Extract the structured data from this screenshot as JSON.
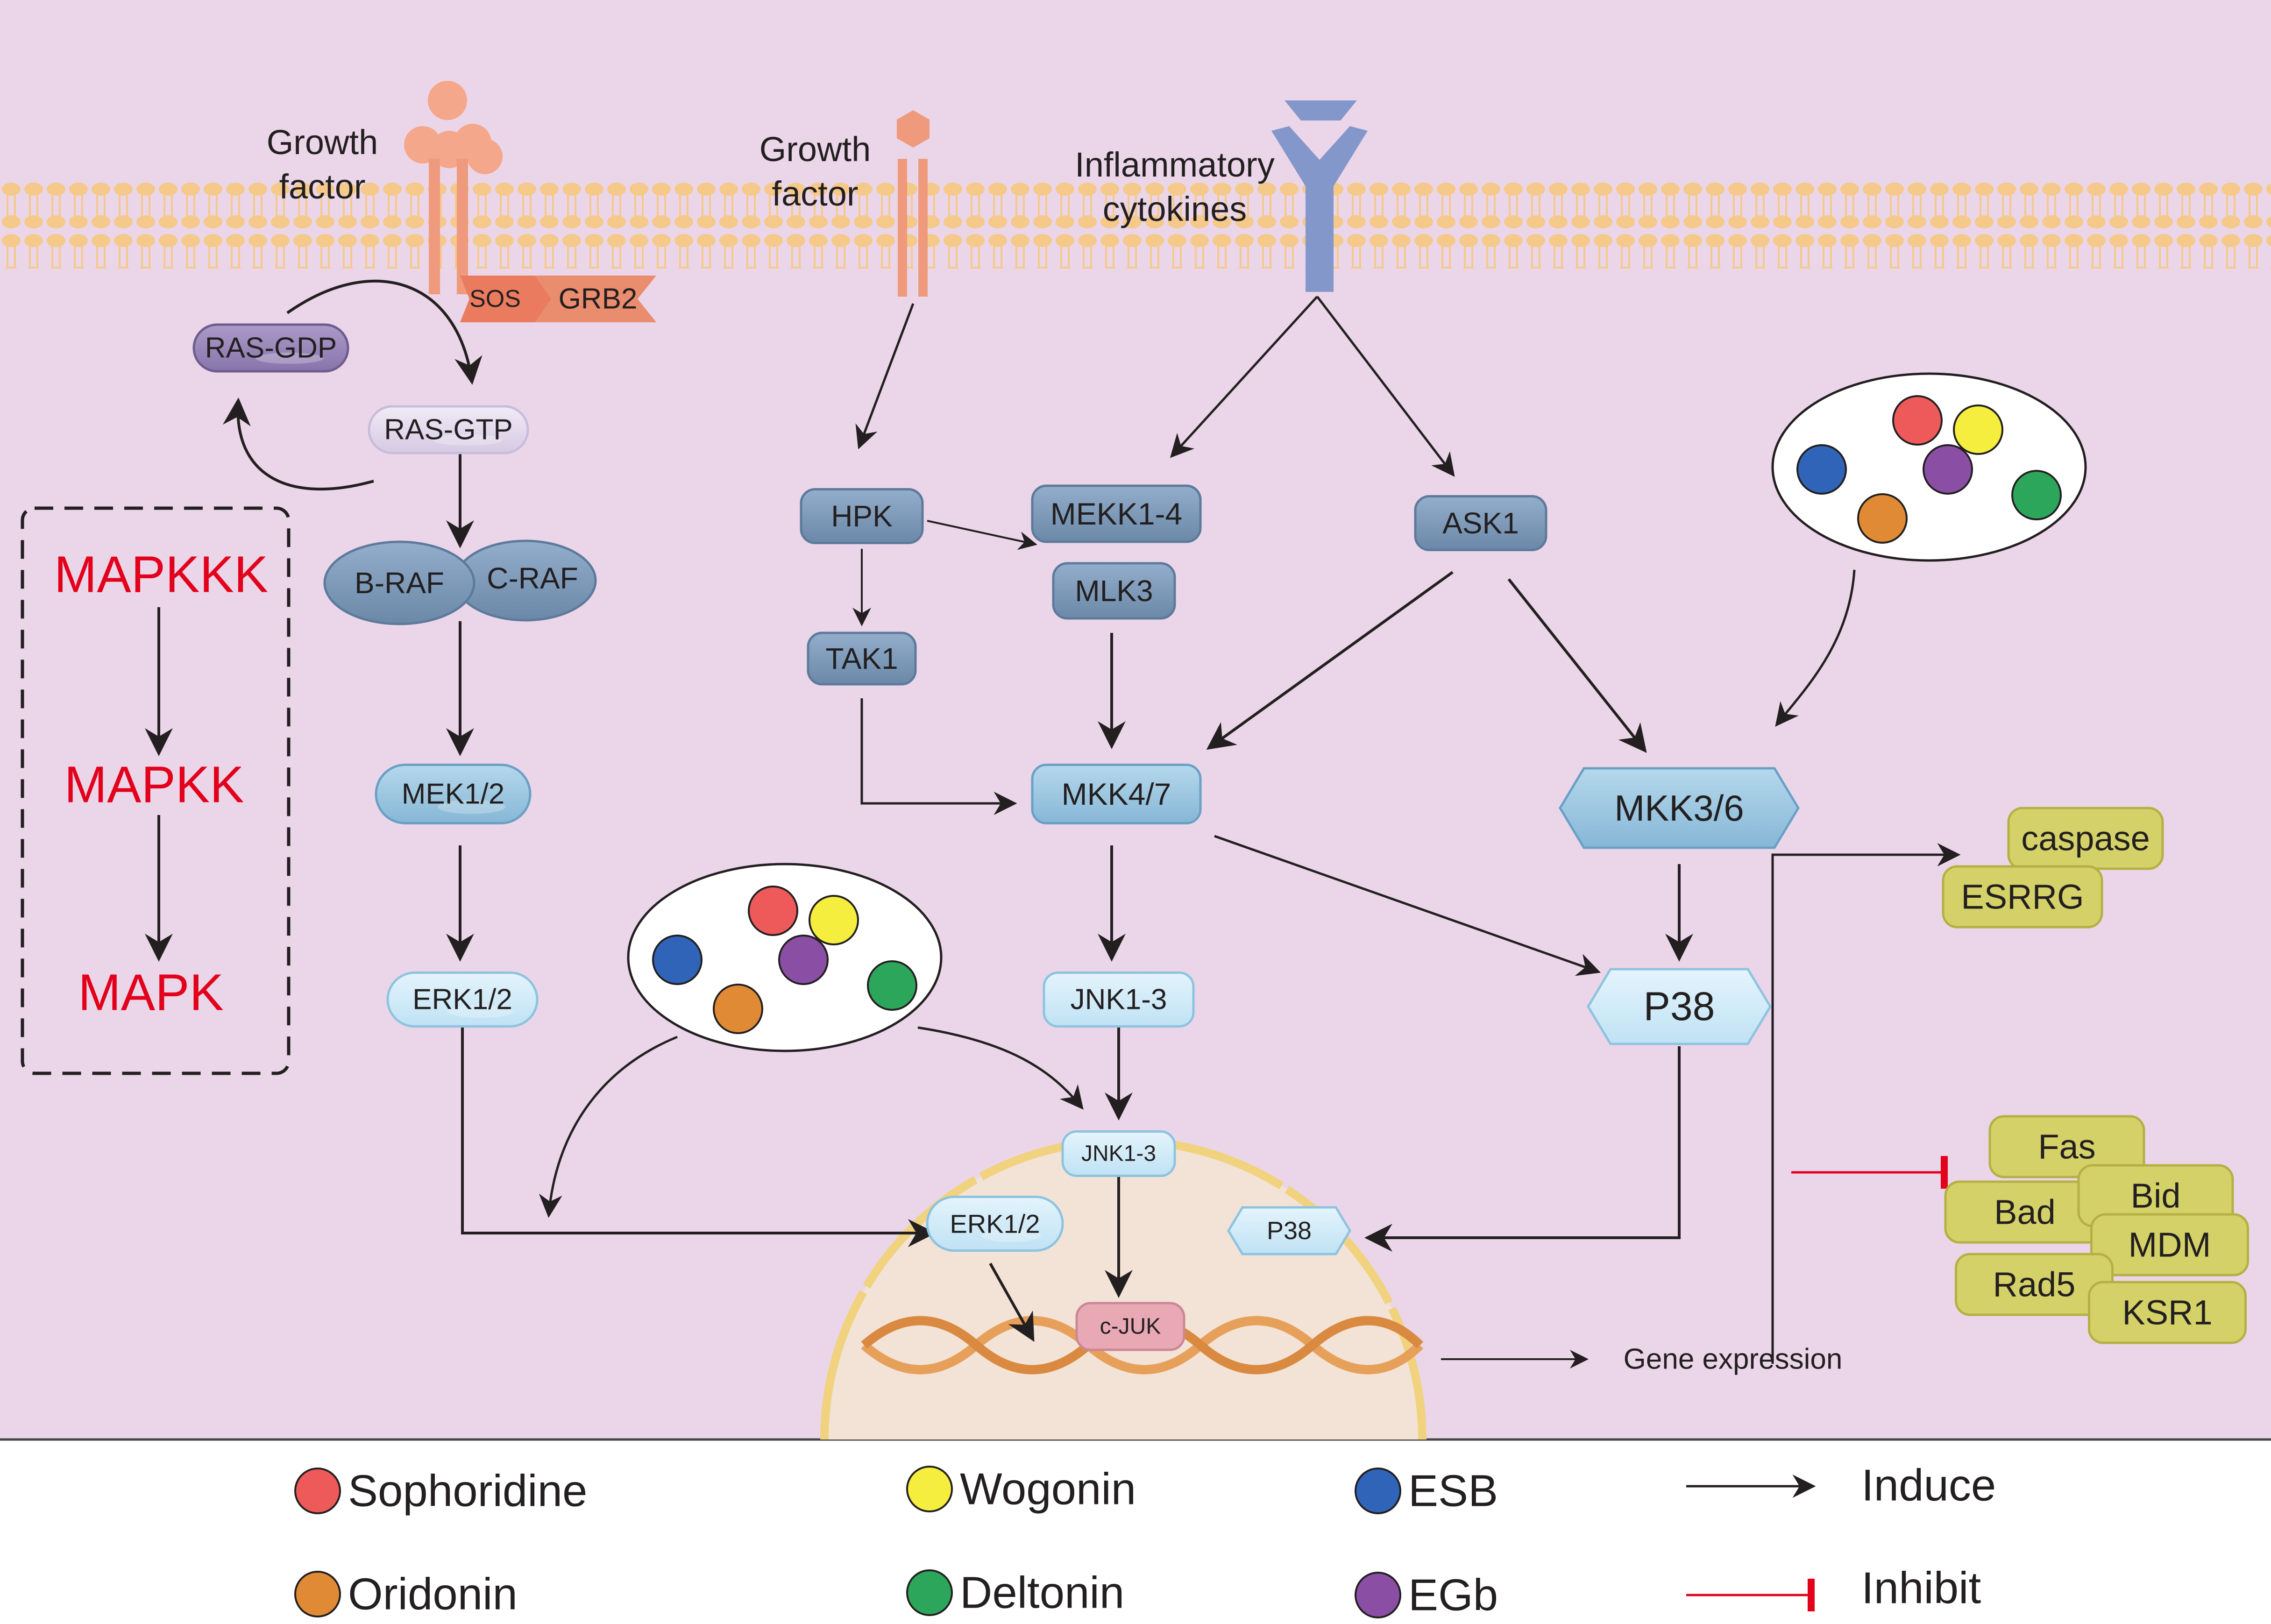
{
  "colors": {
    "cell_bg": "#ead6e8",
    "membrane": "#f5c98a",
    "receptor_salmon": "#ef9a7c",
    "receptor_blue": "#8497cb",
    "node_dark": "#7e9ab8",
    "node_mid": "#9ec6df",
    "node_light": "#cbe8f6",
    "node_purple": "#9986b8",
    "nucleus_bg": "#f2e3d6",
    "nucleus_border": "#f1d27f",
    "dna": "#e6a05a",
    "outcome": "#d4d168",
    "red_label": "#e3001b",
    "arrow": "#231f20",
    "inhibit": "#e3001b",
    "sophoridine": "#ee5a5a",
    "wogonin": "#f5ee3e",
    "esb": "#2f64b8",
    "oridonin": "#e08a36",
    "deltonin": "#2ca65a",
    "egb": "#8a4ea5"
  },
  "receptors": {
    "growth_factor_1": "Growth factor",
    "growth_factor_2": "Growth factor",
    "inflammatory": "Inflammatory cytokines",
    "sos": "SOS",
    "grb2": "GRB2"
  },
  "hierarchy": {
    "mapkkk": "MAPKKK",
    "mapkk": "MAPKK",
    "mapk": "MAPK"
  },
  "nodes": {
    "ras_gdp": "RAS-GDP",
    "ras_gtp": "RAS-GTP",
    "b_raf": "B-RAF",
    "c_raf": "C-RAF",
    "mek12": "MEK1/2",
    "erk12": "ERK1/2",
    "hpk": "HPK",
    "tak1": "TAK1",
    "mekk14": "MEKK1-4",
    "mlk3": "MLK3",
    "ask1": "ASK1",
    "mkk47": "MKK4/7",
    "mkk36": "MKK3/6",
    "jnk13": "JNK1-3",
    "p38": "P38"
  },
  "nucleus": {
    "jnk13": "JNK1-3",
    "erk12": "ERK1/2",
    "p38": "P38",
    "cjuk": "c-JUK"
  },
  "outputs": {
    "gene_expression": "Gene expression",
    "induced": [
      "caspase",
      "ESRRG"
    ],
    "inhibited": [
      "Fas",
      "Bad",
      "Bid",
      "MDM",
      "Rad5",
      "KSR1"
    ]
  },
  "legend": {
    "compounds": [
      {
        "name": "Sophoridine",
        "color": "#ee5a5a"
      },
      {
        "name": "Wogonin",
        "color": "#f5ee3e"
      },
      {
        "name": "ESB",
        "color": "#2f64b8"
      },
      {
        "name": "Oridonin",
        "color": "#e08a36"
      },
      {
        "name": "Deltonin",
        "color": "#2ca65a"
      },
      {
        "name": "EGb",
        "color": "#8a4ea5"
      }
    ],
    "induce": "Induce",
    "inhibit": "Inhibit"
  }
}
